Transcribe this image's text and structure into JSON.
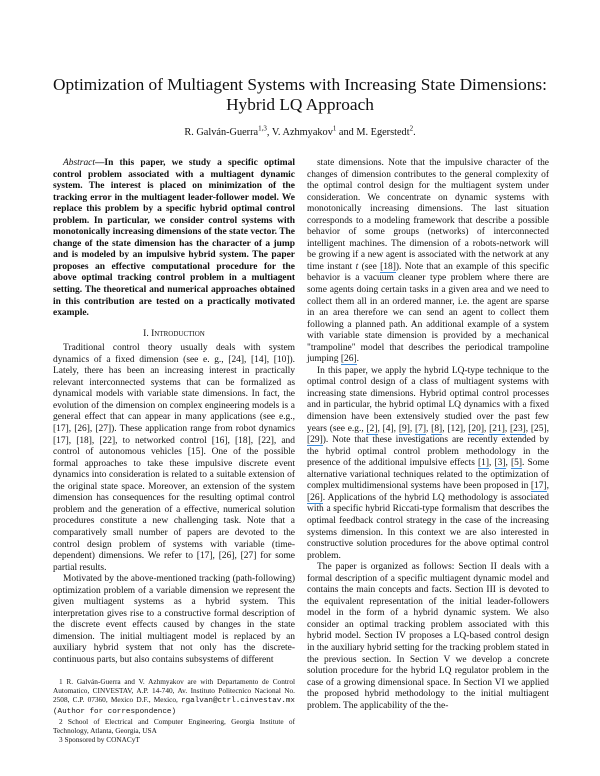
{
  "title_line1": "Optimization of Multiagent Systems with Increasing State Dimensions:",
  "title_line2": "Hybrid LQ Approach",
  "authors": [
    {
      "name": "R. Galván-Guerra",
      "sup": "1,3",
      "sep": ", "
    },
    {
      "name": "V. Azhmyakov",
      "sup": "1",
      "sep": " and "
    },
    {
      "name": "M. Egerstedt",
      "sup": "2",
      "sep": "."
    }
  ],
  "abstract": {
    "lead": "Abstract",
    "text": "—In this paper, we study a specific optimal control problem associated with a multiagent dynamic system. The interest is placed on minimization of the tracking error in the multiagent leader-follower model. We replace this problem by a specific hybrid optimal control problem. In particular, we consider control systems with monotonically increasing dimensions of the state vector. The change of the state dimension has the character of a jump and is modeled by an impulsive hybrid system. The paper proposes an effective computational procedure for the above optimal tracking control problem in a multiagent setting. The theoretical and numerical approaches obtained in this contribution are tested on a practically motivated example."
  },
  "section_heading": "I. Introduction",
  "left_paragraphs": [
    [
      {
        "t": "Traditional control theory usually deals with system dynamics of a fixed dimension (see e. g., [24], [14], [10]). Lately, there has been an increasing interest in practically relevant interconnected systems that can be formalized as dynamical models with variable state dimensions. In fact, the evolution of the dimension on complex engineering models is a general effect that can appear in many applications (see e.g., [17], [26], [27]). These application range from robot dynamics [17], [18], [22], to networked control [16], [18], [22], and control of autonomous vehicles [15]. One of the possible formal approaches to take these impulsive discrete event dynamics into consideration is related to a suitable extension of the original state space. Moreover, an extension of the system dimension has consequences for the resulting optimal control problem and the generation of a effective, numerical solution procedures constitute a new challenging task. Note that a comparatively small number of papers are devoted to the control design problem of systems with variable (time-dependent) dimensions. We refer to [17], [26], [27] for some partial results."
      }
    ],
    [
      {
        "t": "Motivated by the above-mentioned tracking (path-following) optimization problem of a variable dimension we represent the given multiagent systems as a hybrid system. This interpretation gives rise to a constructive formal description of the discrete event effects caused by changes in the state dimension. The initial multiagent model is replaced by an auxiliary hybrid system that not only has the discrete-continuous parts, but also contains subsystems of different"
      }
    ]
  ],
  "footnotes": {
    "fn1": "1 R. Galván-Guerra and V. Azhmyakov are with Departamento de Control Automatico, CINVESTAV, A.P. 14-740, Av. Instituto Politecnico Nacional No. 2508, C.P. 07360, Mexico D.F., Mexico, ",
    "fn1_mono": "rgalvan@ctrl.cinvestav.mx (Author for correspondence)",
    "fn2": "2 School of Electrical and Computer Engineering, Georgia Institute of Technology, Atlanta, Georgia, USA",
    "fn3": "3 Sponsored by CONACyT"
  },
  "right_paragraphs": [
    [
      {
        "t": "state dimensions. Note that the impulsive character of the changes of dimension contributes to the general complexity of the optimal control design for the multiagent system under consideration. We concentrate on dynamic systems with monotonically increasing dimensions. The last situation corresponds to a modeling framework that describe a possible behavior of some groups (networks) of interconnected intelligent machines. The dimension of a robots-network will be growing if a new agent is associated with the network at any time instant "
      },
      {
        "t": "t",
        "italic": true
      },
      {
        "t": " (see "
      },
      {
        "t": "[18]",
        "link": true
      },
      {
        "t": "). Note that an example of this specific behavior is a vacuum cleaner type problem where there are some agents doing certain tasks in a given area and we need to collect them all in an ordered manner, i.e. the agent are sparse in an area therefore we can send an agent to collect them following a planned path. An additional example of a system with variable state dimension is provided by a mechanical \"trampoline\" model that describes the periodical trampoline jumping "
      },
      {
        "t": "[26]",
        "link": true
      },
      {
        "t": "."
      }
    ],
    [
      {
        "t": "In this paper, we apply the hybrid LQ-type technique to the optimal control design of a class of multiagent systems with increasing state dimensions. Hybrid optimal control processes and in particular, the hybrid optimal LQ dynamics with a fixed dimension have been extensively studied over the past few years (see e.g., "
      },
      {
        "t": "[2]",
        "link": true
      },
      {
        "t": ", [4], "
      },
      {
        "t": "[9]",
        "link": true
      },
      {
        "t": ", "
      },
      {
        "t": "[7]",
        "link": true
      },
      {
        "t": ", "
      },
      {
        "t": "[8]",
        "link": true
      },
      {
        "t": ", [12], "
      },
      {
        "t": "[20]",
        "link": true
      },
      {
        "t": ", "
      },
      {
        "t": "[21]",
        "link": true
      },
      {
        "t": ", "
      },
      {
        "t": "[23]",
        "link": true
      },
      {
        "t": ", [25], "
      },
      {
        "t": "[29]",
        "link": true
      },
      {
        "t": "). Note that these investigations are recently extended by the hybrid optimal control problem methodology in the presence of the additional impulsive effects "
      },
      {
        "t": "[1]",
        "link": true
      },
      {
        "t": ", "
      },
      {
        "t": "[3]",
        "link": true
      },
      {
        "t": ", "
      },
      {
        "t": "[5]",
        "link": true
      },
      {
        "t": ". Some alternative variational techniques related to the optimization of complex multidimensional systems have been proposed in "
      },
      {
        "t": "[17]",
        "link": true
      },
      {
        "t": ", "
      },
      {
        "t": "[26]",
        "link": true
      },
      {
        "t": ". Applications of the hybrid LQ methodology is associated with a specific hybrid Riccati-type formalism that describes the optimal feedback control strategy in the case of the increasing systems dimension. In this context we are also interested in constructive solution procedures for the above optimal control problem."
      }
    ],
    [
      {
        "t": "The paper is organized as follows: Section II deals with a formal description of a specific multiagent dynamic model and contains the main concepts and facts. Section III is devoted to the equivalent representation of the initial leader-followers model in the form of a hybrid dynamic system. We also consider an optimal tracking problem associated with this hybrid model. Section IV proposes a LQ-based control design in the auxiliary hybrid setting for the tracking problem stated in the previous section. In Section V we develop a concrete solution procedure for the hybrid LQ regulator problem in the case of a growing dimensional space. In Section VI we applied the proposed hybrid methodology to the initial multiagent problem. The applicability of the the-"
      }
    ]
  ],
  "colors": {
    "link_underline": "#3b8ee0",
    "text": "#111111"
  }
}
